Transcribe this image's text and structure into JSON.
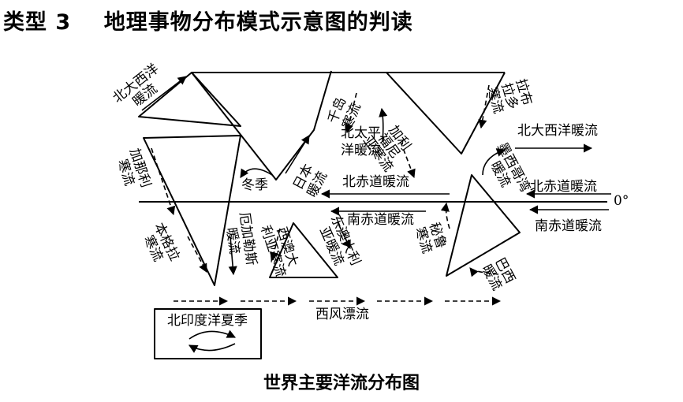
{
  "heading": {
    "type": "类型 3",
    "title": "地理事物分布模式示意图的判读"
  },
  "caption": "世界主要洋流分布图",
  "labels": {
    "north_atlantic_drift_left": "北大西洋\n暖流",
    "kuroshio_cold": "千岛\n寒流",
    "north_pacific": "北太平\n洋暖流",
    "kuroshio_warm": "日本\n暖流",
    "california": "加利\n福尼\n亚寒流",
    "labrador": "拉布\n拉多\n寒流",
    "north_atlantic_drift_right": "北大西洋暖流",
    "gulf_stream": "墨西哥湾\n暖流",
    "canary": "加那利\n寒流",
    "winter": "冬季",
    "north_equatorial_mid": "北赤道暖流",
    "north_equatorial_right": "北赤道暖流",
    "zero_degree": "0°",
    "south_equatorial_mid": "南赤道暖流",
    "south_equatorial_right": "南赤道暖流",
    "benguela": "本格拉\n寒流",
    "west_australian": "西澳大\n利亚寒流",
    "agulhas": "厄加勒斯\n暖流",
    "east_australian": "东澳大利\n亚暖流",
    "peru": "秘鲁\n寒流",
    "brazil": "巴西\n暖流",
    "west_wind_drift": "西风漂流",
    "north_indian_summer": "北印度洋夏季"
  }
}
